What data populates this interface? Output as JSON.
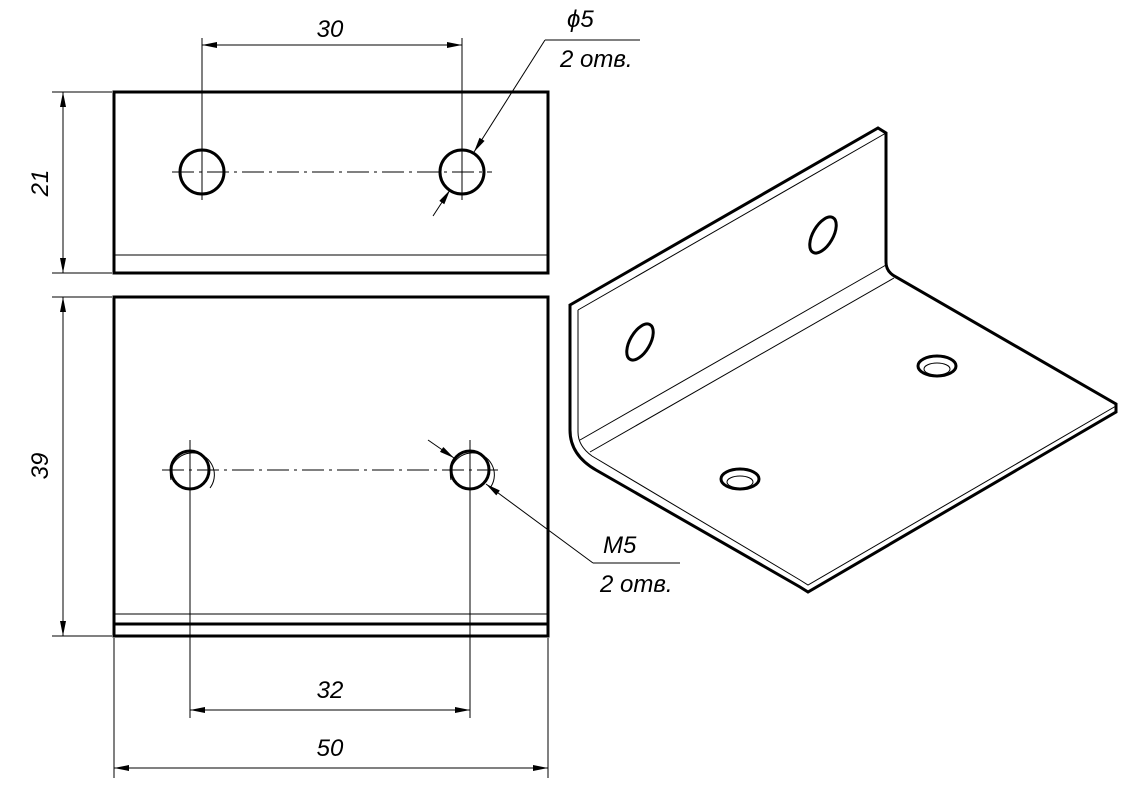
{
  "top_view": {
    "dim_width": "30",
    "dim_height": "21",
    "hole_callout": "ϕ5",
    "hole_count": "2 отв."
  },
  "bottom_view": {
    "dim_hole_spacing": "32",
    "dim_overall_width": "50",
    "dim_height": "39",
    "thread_callout": "M5",
    "thread_count": "2 отв."
  },
  "colors": {
    "line": "#000000",
    "background": "#ffffff"
  }
}
